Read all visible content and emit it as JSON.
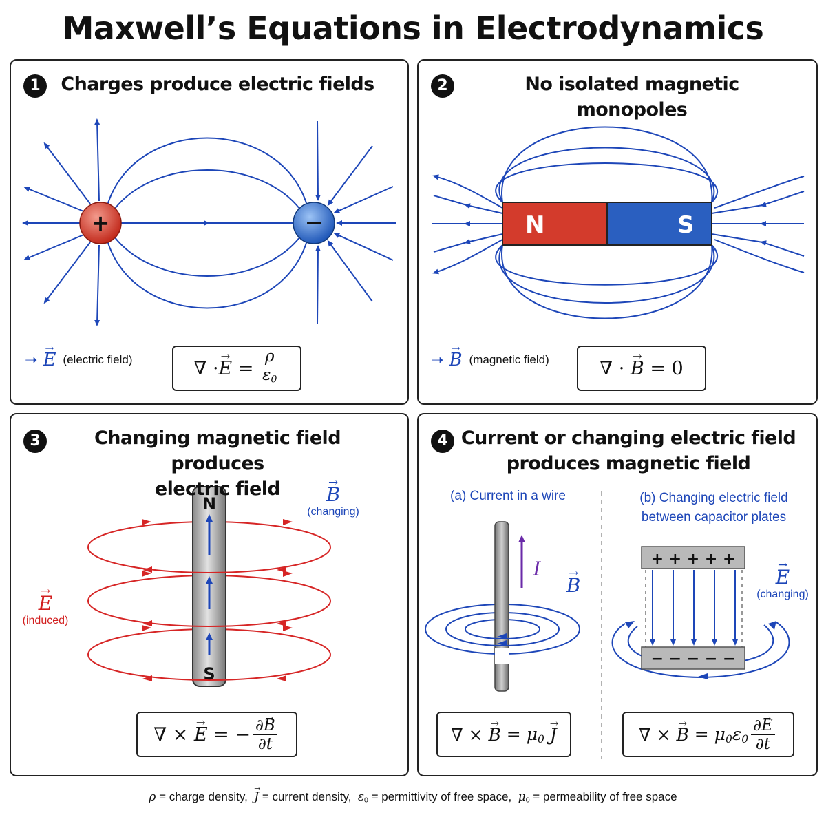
{
  "title": "Maxwell’s Equations in Electrodynamics",
  "panels": [
    {
      "number": "1",
      "title": "Charges produce electric fields",
      "charges": [
        "+",
        "−"
      ],
      "legend_symbol": "E",
      "legend_text": "(electric field)",
      "equation": {
        "lhs": "∇ · ",
        "vec": "E",
        "eq": " = ",
        "num": "ρ",
        "den_sym": "ε",
        "den_sub": "0"
      },
      "colors": {
        "field": "#1d46b8",
        "positive": "#d23a2a",
        "negative": "#2f6fd0"
      }
    },
    {
      "number": "2",
      "title": "No isolated magnetic monopoles",
      "pole_n": "N",
      "pole_s": "S",
      "legend_symbol": "B",
      "legend_text": "(magnetic field)",
      "equation": {
        "lhs": "∇ · ",
        "vec": "B",
        "eq": " = 0"
      },
      "colors": {
        "north": "#d33b2c",
        "south": "#2a5fc0"
      }
    },
    {
      "number": "3",
      "title_line1": "Changing magnetic field produces",
      "title_line2": "electric field",
      "pole_n": "N",
      "pole_s": "S",
      "b_symbol": "B",
      "b_note": "(changing)",
      "e_symbol": "E",
      "e_note": "(induced)",
      "equation": {
        "lhs": "∇ × ",
        "vec": "E",
        "eq": " = −",
        "num_part": "∂",
        "num_vec": "B",
        "den": "∂t"
      },
      "colors": {
        "loops": "#d62525"
      }
    },
    {
      "number": "4",
      "title_line1": "Current or changing electric field",
      "title_line2": "produces magnetic field",
      "sub_a": "(a) Current in a wire",
      "sub_b_line1": "(b) Changing electric field",
      "sub_b_line2": "between capacitor plates",
      "current_symbol": "I",
      "b_symbol": "B",
      "e_symbol": "E",
      "e_note": "(changing)",
      "plate_top": "+ + + + +",
      "plate_bottom": "− − − − −",
      "equation_a": {
        "lhs": "∇ × ",
        "vec": "B",
        "eq": " = μ",
        "sub": "0",
        "vec2": "J"
      },
      "equation_b": {
        "lhs": "∇ × ",
        "vec": "B",
        "eq": " = μ",
        "sub1": "0",
        "mid": "ε",
        "sub2": "0",
        "num_part": "∂",
        "num_vec": "E",
        "den": "∂t"
      }
    }
  ],
  "footer": {
    "rho": "ρ",
    "rho_text": " = charge density,  ",
    "j": "J",
    "j_text": " = current density,  ",
    "eps": "ε",
    "eps_sub": "0",
    "eps_text": " = permittivity of free space,  ",
    "mu": "μ",
    "mu_sub": "0",
    "mu_text": " = permeability of free space"
  }
}
